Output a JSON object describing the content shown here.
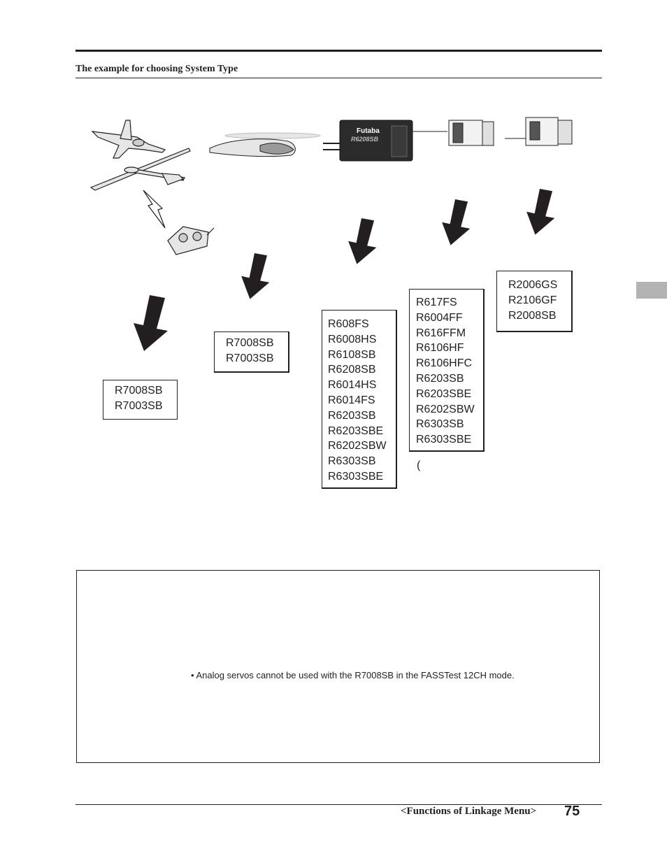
{
  "header": {
    "section_title": "The example for choosing System Type"
  },
  "illustrations": {
    "receiver_brand": "Futaba",
    "receiver_model": "R6208SB",
    "icons": [
      "airplane-illustration",
      "glider-illustration",
      "transmitter-illustration",
      "helicopter-illustration",
      "receiver-illustration",
      "small-receiver-illustration",
      "mini-receiver-illustration",
      "down-arrow-icon"
    ]
  },
  "receiver_lists": {
    "list1": [
      "R7008SB",
      "R7003SB"
    ],
    "list2": [
      "R7008SB",
      "R7003SB"
    ],
    "list3": [
      "R608FS",
      "R6008HS",
      "R6108SB",
      "R6208SB",
      "R6014HS",
      "R6014FS",
      "R6203SB",
      "R6203SBE",
      "R6202SBW",
      "R6303SB",
      "R6303SBE"
    ],
    "list4": [
      "R617FS",
      "R6004FF",
      "R616FFM",
      "R6106HF",
      "R6106HFC",
      "R6203SB",
      "R6203SBE",
      "R6202SBW",
      "R6303SB",
      "R6303SBE"
    ],
    "list5": [
      "R2006GS",
      "R2106GF",
      "R2008SB"
    ]
  },
  "paren_mark": "(",
  "note_box": {
    "bullet": "• Analog servos cannot be used with the R7008SB in the FASSTest 12CH mode."
  },
  "footer": {
    "label": "<Functions of Linkage Menu>",
    "page_number": "75"
  }
}
